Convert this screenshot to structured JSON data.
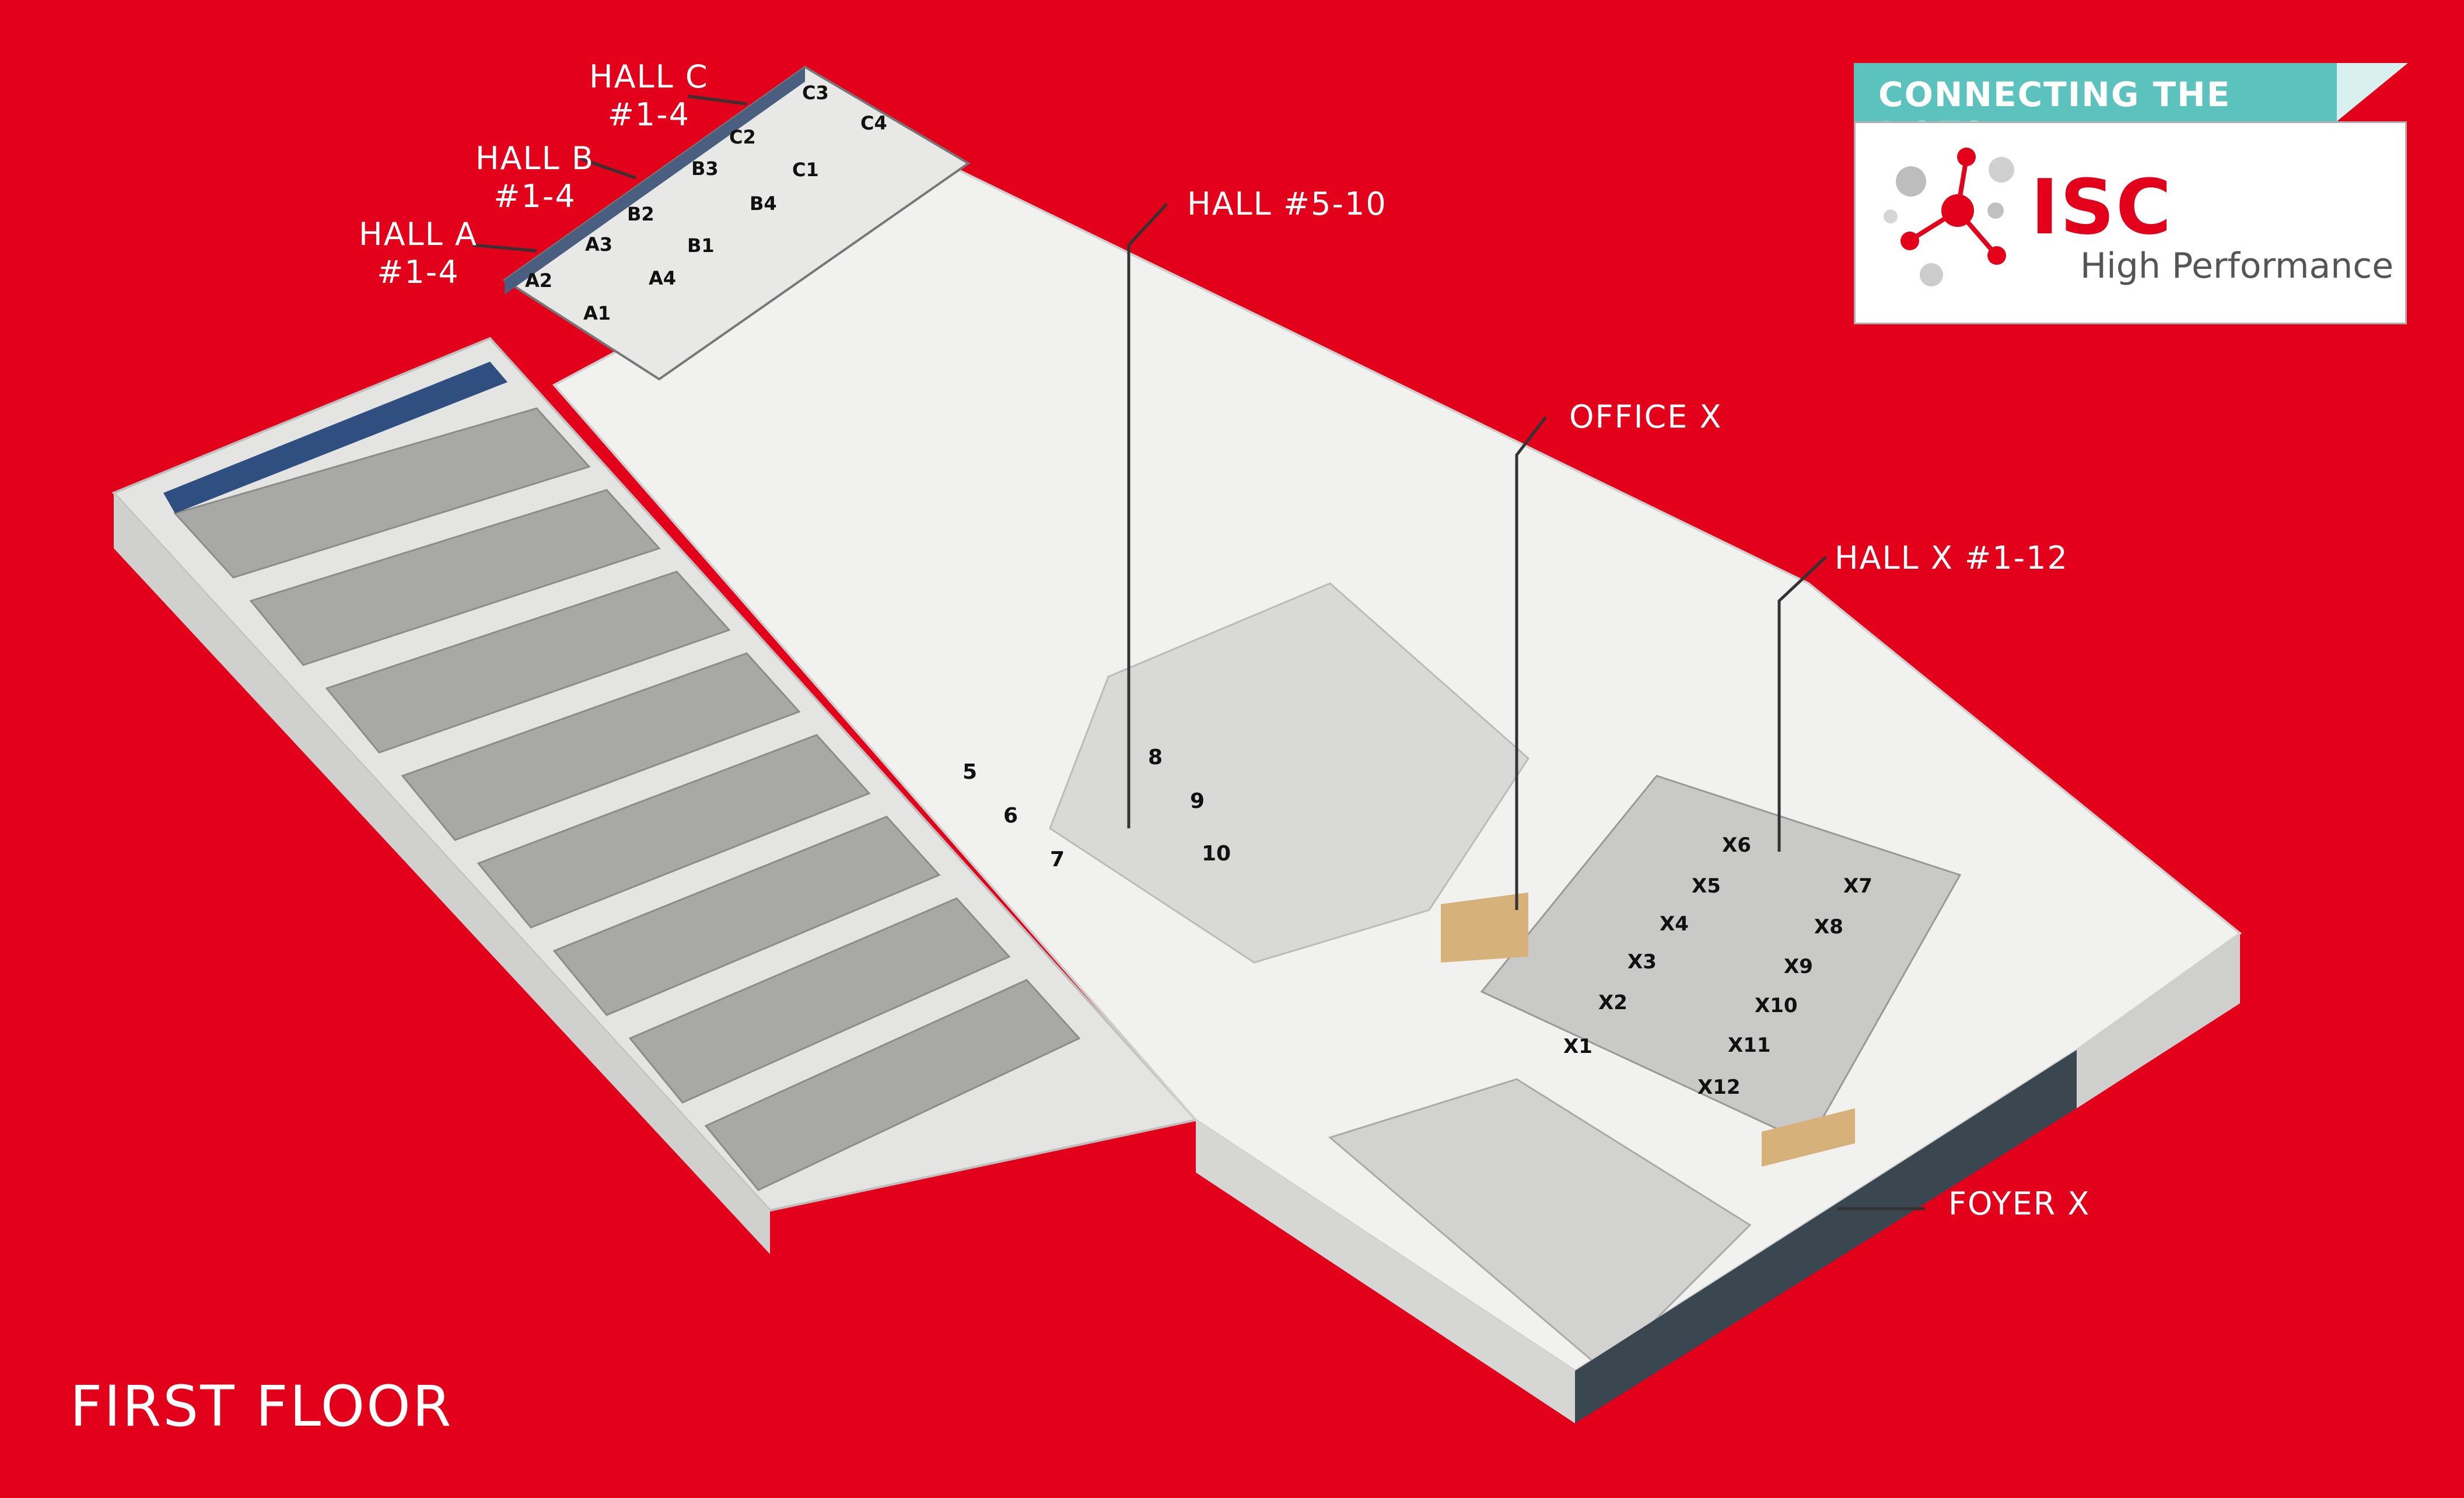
{
  "floor_title": "FIRST FLOOR",
  "callouts": {
    "hall_c": [
      "HALL C",
      "#1-4"
    ],
    "hall_b": [
      "HALL B",
      "#1-4"
    ],
    "hall_a": [
      "HALL A",
      "#1-4"
    ],
    "hall_5_10": "HALL #5-10",
    "office_x": "OFFICE X",
    "hall_x": "HALL X #1-12",
    "foyer_x": "FOYER X"
  },
  "logo": {
    "tagline": "CONNECTING THE DOTS",
    "brand": "ISC",
    "subtitle": "High Performance"
  },
  "rooms": {
    "abc": [
      "A1",
      "A2",
      "A3",
      "A4",
      "B1",
      "B2",
      "B3",
      "B4",
      "C1",
      "C2",
      "C3",
      "C4"
    ],
    "mid": [
      "5",
      "6",
      "7",
      "8",
      "9",
      "10"
    ],
    "x": [
      "X1",
      "X2",
      "X3",
      "X4",
      "X5",
      "X6",
      "X7",
      "X8",
      "X9",
      "X10",
      "X11",
      "X12"
    ]
  },
  "colors": {
    "background": "#e2001a",
    "accent": "#5cc2bd",
    "building": "#f1f1ef"
  }
}
